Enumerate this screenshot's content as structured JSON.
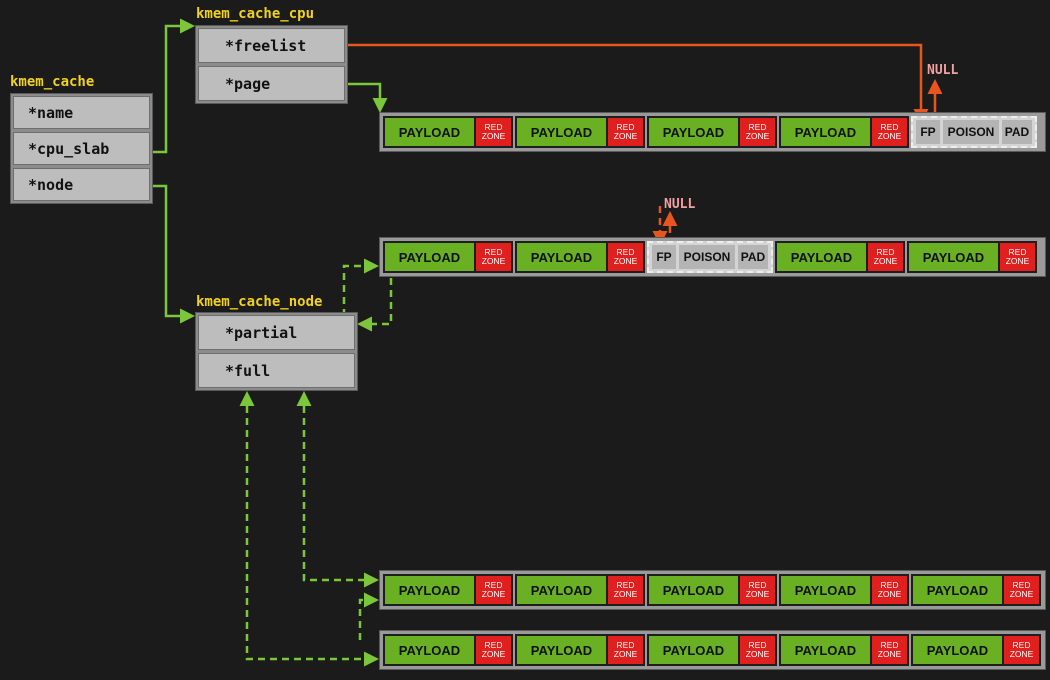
{
  "structs": {
    "kmem_cache": {
      "title": "kmem_cache",
      "fields": [
        "*name",
        "*cpu_slab",
        "*node"
      ]
    },
    "kmem_cache_cpu": {
      "title": "kmem_cache_cpu",
      "fields": [
        "*freelist",
        "*page"
      ]
    },
    "kmem_cache_node": {
      "title": "kmem_cache_node",
      "fields": [
        "*partial",
        "*full"
      ]
    }
  },
  "object": {
    "payload": "PAYLOAD",
    "redzone_line1": "RED",
    "redzone_line2": "ZONE"
  },
  "free_object": {
    "fp": "FP",
    "poison": "POISON",
    "pad": "PAD"
  },
  "null_label": "NULL",
  "slabs": [
    {
      "role": "cpu-slab",
      "free_index": 4
    },
    {
      "role": "partial-slab-1",
      "free_index": 2
    },
    {
      "role": "full-slab-1",
      "free_index": null
    },
    {
      "role": "full-slab-2",
      "free_index": null
    }
  ],
  "colors": {
    "background": "#1b1b1b",
    "title": "#f2d21c",
    "green_link": "#7bc63a",
    "orange_link": "#e8561e",
    "payload": "#6ab023",
    "redzone": "#e0201e"
  }
}
